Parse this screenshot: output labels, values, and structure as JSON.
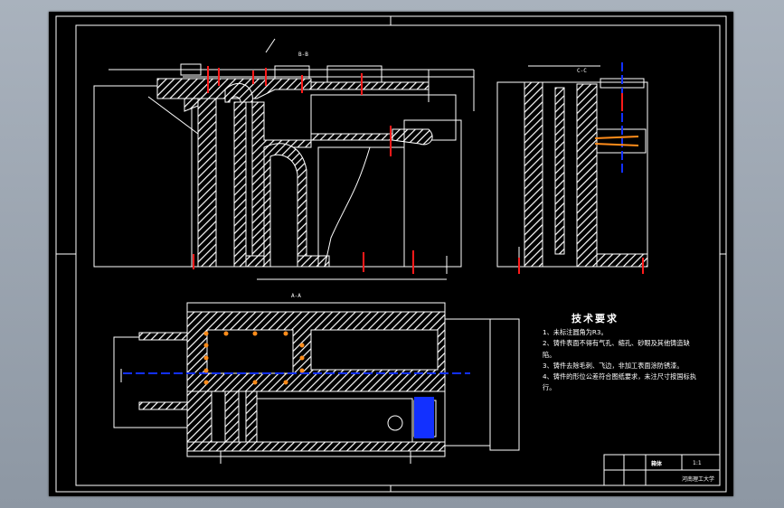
{
  "sheet": {
    "section_labels": [
      "B-B",
      "C-C",
      "A-A"
    ],
    "notes_title": "技术要求",
    "notes": [
      "1、未标注圆角为R3。",
      "2、铸件表面不得有气孔、缩孔、砂眼及其他铸造缺陷。",
      "3、铸件去除毛刺、飞边，非加工表面涂防锈漆。",
      "4、铸件的形位公差符合图纸要求，未注尺寸按国标执行。"
    ],
    "title_block": {
      "drawing_name": "箱体",
      "scale": "1:1",
      "school": "河南理工大学"
    }
  },
  "colors": {
    "background": "#000000",
    "line": "#ffffff",
    "cut_marks": "#ff1a1a",
    "centerline": "#1230ff",
    "holes": "#ff8c1a",
    "hatch": "#ffffff"
  }
}
